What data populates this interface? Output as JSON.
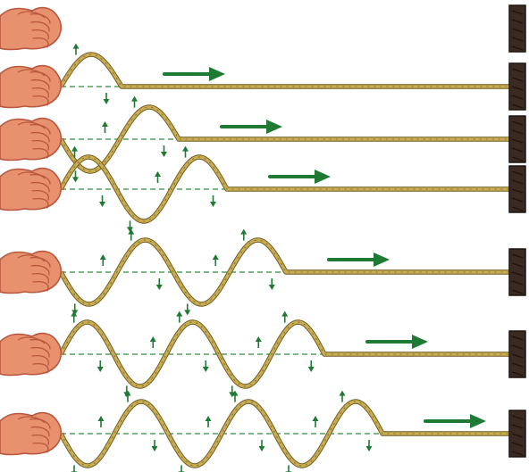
{
  "colors": {
    "background": "#ffffff",
    "rope": "#c9ad52",
    "rope_shade": "#6f5a22",
    "hand": "#e8916f",
    "hand_shade": "#b8573e",
    "wall": "#3b2a22",
    "wall_shade": "#1d130f",
    "arrow": "#1f7a34",
    "equilibrium_line": "#2f8d3d"
  },
  "icons": {
    "hand": "hand-icon",
    "wall": "wall-post-icon",
    "propagation_arrow": "arrow-right-icon",
    "motion_up": "arrow-up-icon",
    "motion_down": "arrow-down-icon"
  },
  "frames": [
    {
      "half_cycles": 0
    },
    {
      "half_cycles": 1
    },
    {
      "half_cycles": 2
    },
    {
      "half_cycles": 3
    },
    {
      "half_cycles": 4
    },
    {
      "half_cycles": 5
    },
    {
      "half_cycles": 6
    }
  ]
}
